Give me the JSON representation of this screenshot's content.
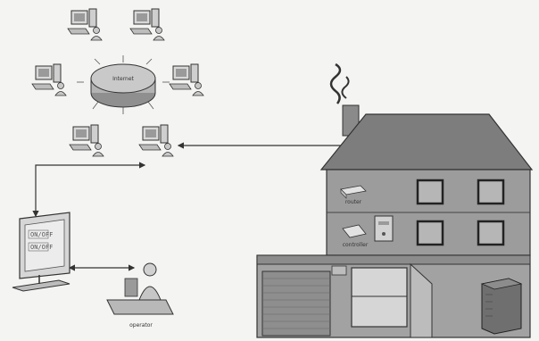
{
  "diagram": {
    "cloud_label": "Internet",
    "screen_lines": [
      "ON/OFF",
      "ON/OFF"
    ],
    "operator_label": "operator",
    "router_label": "router",
    "controller_label": "controller",
    "colors": {
      "house_fill": "#9a9a9a",
      "roof_fill": "#7d7d7d",
      "window_fill": "#b0b0b0",
      "line": "#333333",
      "background": "#f4f4f2"
    },
    "icons": [
      "globe-disk-icon",
      "workstation-icon",
      "monitor-icon",
      "operator-icon",
      "router-icon",
      "controller-icon",
      "storage-icon"
    ]
  }
}
